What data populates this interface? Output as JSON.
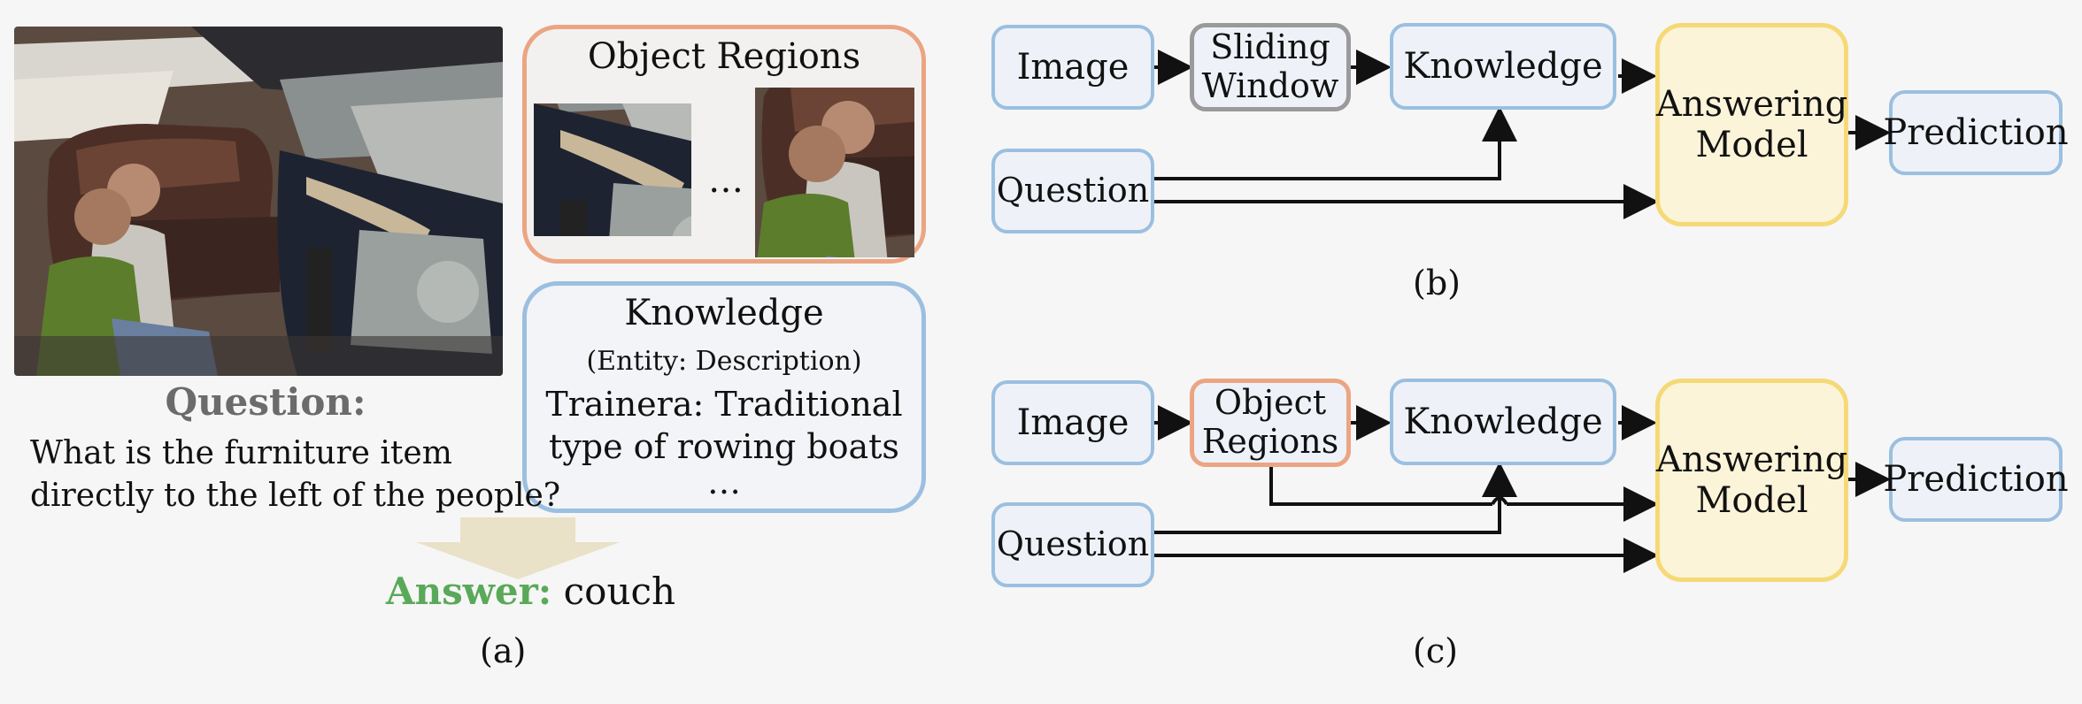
{
  "panel_a": {
    "regions_title": "Object Regions",
    "regions_ellipsis": "…",
    "knowledge_title": "Knowledge",
    "knowledge_subtitle": "(Entity: Description)",
    "knowledge_line1": "Trainera: Traditional",
    "knowledge_line2": "type of rowing boats",
    "knowledge_ellipsis": "…",
    "question_label": "Question:",
    "question_line1": "What is the furniture item",
    "question_line2": "directly to the left of the people?",
    "answer_label": "Answer:",
    "answer_value": "couch",
    "caption": "(a)"
  },
  "panel_b": {
    "image": "Image",
    "sliding_line1": "Sliding",
    "sliding_line2": "Window",
    "knowledge": "Knowledge",
    "answering_line1": "Answering",
    "answering_line2": "Model",
    "prediction": "Prediction",
    "question": "Question",
    "caption": "(b)"
  },
  "panel_c": {
    "image": "Image",
    "regions_line1": "Object",
    "regions_line2": "Regions",
    "knowledge": "Knowledge",
    "answering_line1": "Answering",
    "answering_line2": "Model",
    "prediction": "Prediction",
    "question": "Question",
    "caption": "(c)"
  },
  "colors": {
    "blue_border": "#9bbfe0",
    "gray_border": "#9a9a9a",
    "orange_border": "#eba583",
    "yellow_border": "#f6d977",
    "question_gray": "#6b6b6b",
    "answer_green": "#5aa95a",
    "big_arrow": "#e9e1c8"
  }
}
